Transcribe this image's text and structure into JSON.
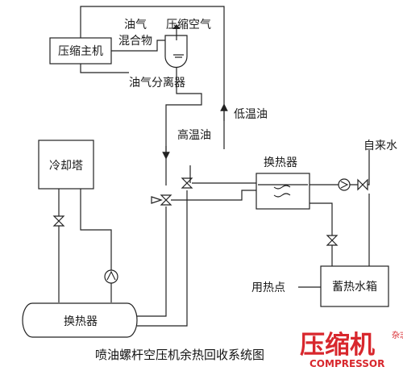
{
  "caption": "喷油螺杆空压机余热回收系统图",
  "watermark": {
    "brand": "压缩机",
    "brand_side": "杂志",
    "subtitle": "COMPRESSOR",
    "color": "#d8272d"
  },
  "components": {
    "compressor_main": "压缩主机",
    "cooling_tower": "冷却塔",
    "heat_exchanger_plate": "换热器",
    "heat_exchanger_shell": "换热器",
    "storage_tank": "蓄热水箱",
    "oil_separator": "油气分离器"
  },
  "labels": {
    "oil_gas_line1": "油气",
    "oil_gas_line2": "混合物",
    "compressed_air": "压缩空气",
    "low_temp_oil": "低温油",
    "high_temp_oil": "高温油",
    "tap_water": "自来水",
    "heat_point": "用热点"
  },
  "icons": [
    "gate-valve-icon",
    "three-way-valve-icon",
    "pump-icon",
    "flow-arrow-icon",
    "plate-exchanger-icon"
  ]
}
